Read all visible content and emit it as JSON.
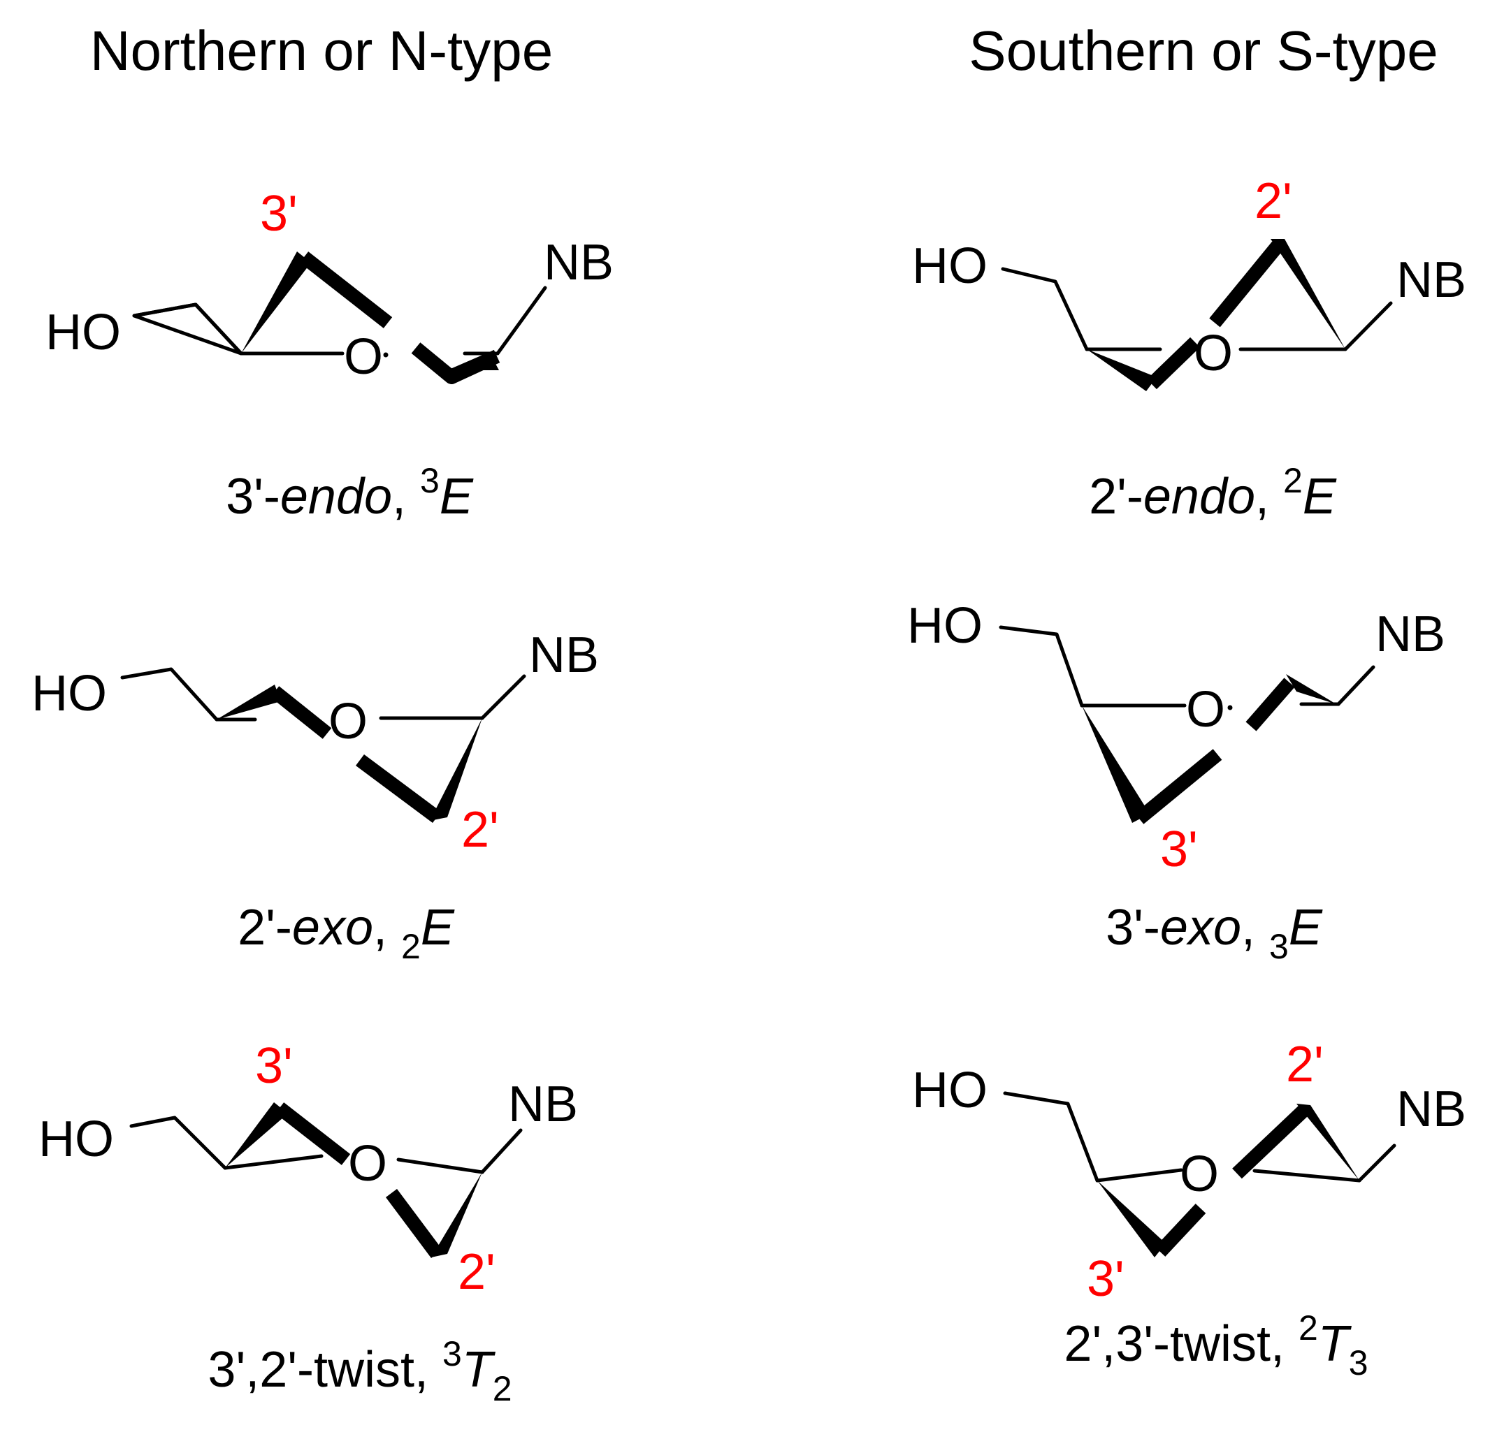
{
  "headers": {
    "north": "Northern or N-type",
    "south": "Southern or S-type"
  },
  "atoms": {
    "ho": "HO",
    "o": "O",
    "nb": "NB"
  },
  "colors": {
    "position_label": "#ff0000",
    "ink": "#000000"
  },
  "panels": [
    {
      "pos_labels": [
        "3'"
      ],
      "caption": {
        "prefix": "3'-",
        "italic": "endo",
        "sep": ",  ",
        "sup": "3",
        "sub": "",
        "symbol": "E",
        "sub2": ""
      }
    },
    {
      "pos_labels": [
        "2'"
      ],
      "caption": {
        "prefix": "2'-",
        "italic": "endo",
        "sep": ",   ",
        "sup": "2",
        "sub": "",
        "symbol": "E",
        "sub2": ""
      }
    },
    {
      "pos_labels": [
        "2'"
      ],
      "caption": {
        "prefix": "2'-",
        "italic": "exo",
        "sep": ",  ",
        "sup": "",
        "sub": "2",
        "symbol": "E",
        "sub2": ""
      }
    },
    {
      "pos_labels": [
        "3'"
      ],
      "caption": {
        "prefix": "3'-",
        "italic": "exo",
        "sep": ",  ",
        "sup": "",
        "sub": "3",
        "symbol": "E",
        "sub2": ""
      }
    },
    {
      "pos_labels": [
        "3'",
        "2'"
      ],
      "caption": {
        "prefix": "3',2'-twist,  ",
        "italic": "",
        "sep": "",
        "sup": "3",
        "sub": "",
        "symbol": "T",
        "sub2": "2"
      }
    },
    {
      "pos_labels": [
        "2'",
        "3'"
      ],
      "caption": {
        "prefix": "2',3'-twist,  ",
        "italic": "",
        "sep": "",
        "sup": "2",
        "sub": "",
        "symbol": "T",
        "sub2": "3"
      }
    }
  ]
}
